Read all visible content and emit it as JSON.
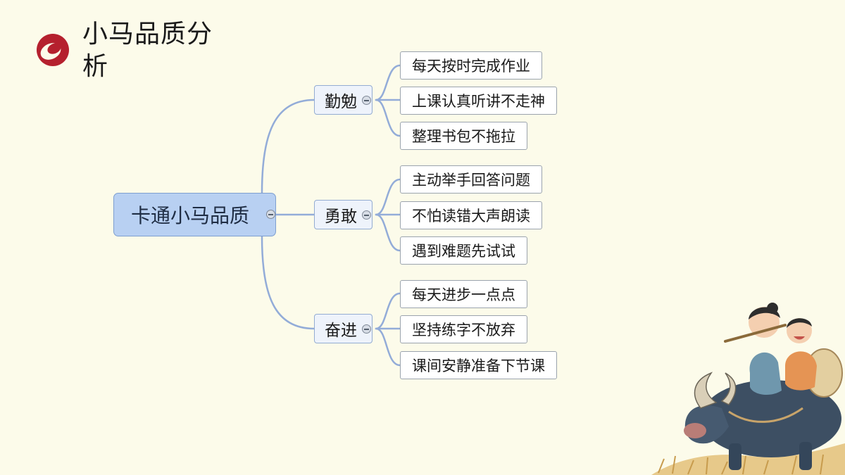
{
  "title": "小马品质分析",
  "colors": {
    "logo": "#b5202e",
    "link": "#93acd8",
    "root_fill": "#b8d0f2"
  },
  "mindmap": {
    "root": "卡通小马品质",
    "branches": [
      {
        "label": "勤勉",
        "items": [
          "每天按时完成作业",
          "上课认真听讲不走神",
          "整理书包不拖拉"
        ]
      },
      {
        "label": "勇敢",
        "items": [
          "主动举手回答问题",
          "不怕读错大声朗读",
          "遇到难题先试试"
        ]
      },
      {
        "label": "奋进",
        "items": [
          "每天进步一点点",
          "坚持练字不放弃",
          "课间安静准备下节课"
        ]
      }
    ]
  },
  "icons": {
    "logo": "swirl-logo-icon",
    "collapse": "minus-circle-icon"
  }
}
